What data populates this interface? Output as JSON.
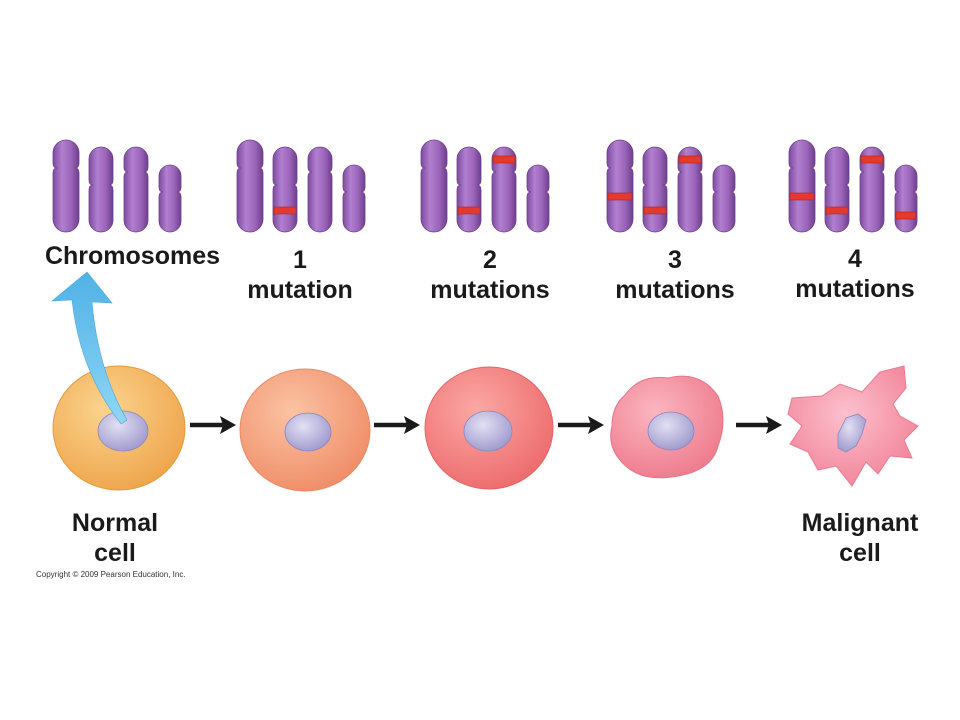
{
  "labels": {
    "chromosomes": "Chromosomes",
    "stage1": {
      "count": "1",
      "word": "mutation"
    },
    "stage2": {
      "count": "2",
      "word": "mutations"
    },
    "stage3": {
      "count": "3",
      "word": "mutations"
    },
    "stage4": {
      "count": "4",
      "word": "mutations"
    },
    "normal": {
      "line1": "Normal",
      "line2": "cell"
    },
    "malignant": {
      "line1": "Malignant",
      "line2": "cell"
    }
  },
  "copyright": "Copyright © 2009 Pearson Education, Inc.",
  "stages": [
    {
      "mutations": 0
    },
    {
      "mutations": 1
    },
    {
      "mutations": 2
    },
    {
      "mutations": 3
    },
    {
      "mutations": 4
    }
  ],
  "colors": {
    "chromosome": "#9a64b8",
    "chromosome_dark": "#6e3f8c",
    "mutation_band": "#e23a2e",
    "normal_cell": "#f4b55e",
    "cell_stage1": "#f39a78",
    "cell_stage2": "#f27a78",
    "cell_stage3": "#f28a96",
    "malignant_cell": "#f58ea2",
    "nucleus": "#b8b4dc",
    "arrow": "#1a1a1a",
    "pointer_arrow": "#6cc4ee"
  }
}
